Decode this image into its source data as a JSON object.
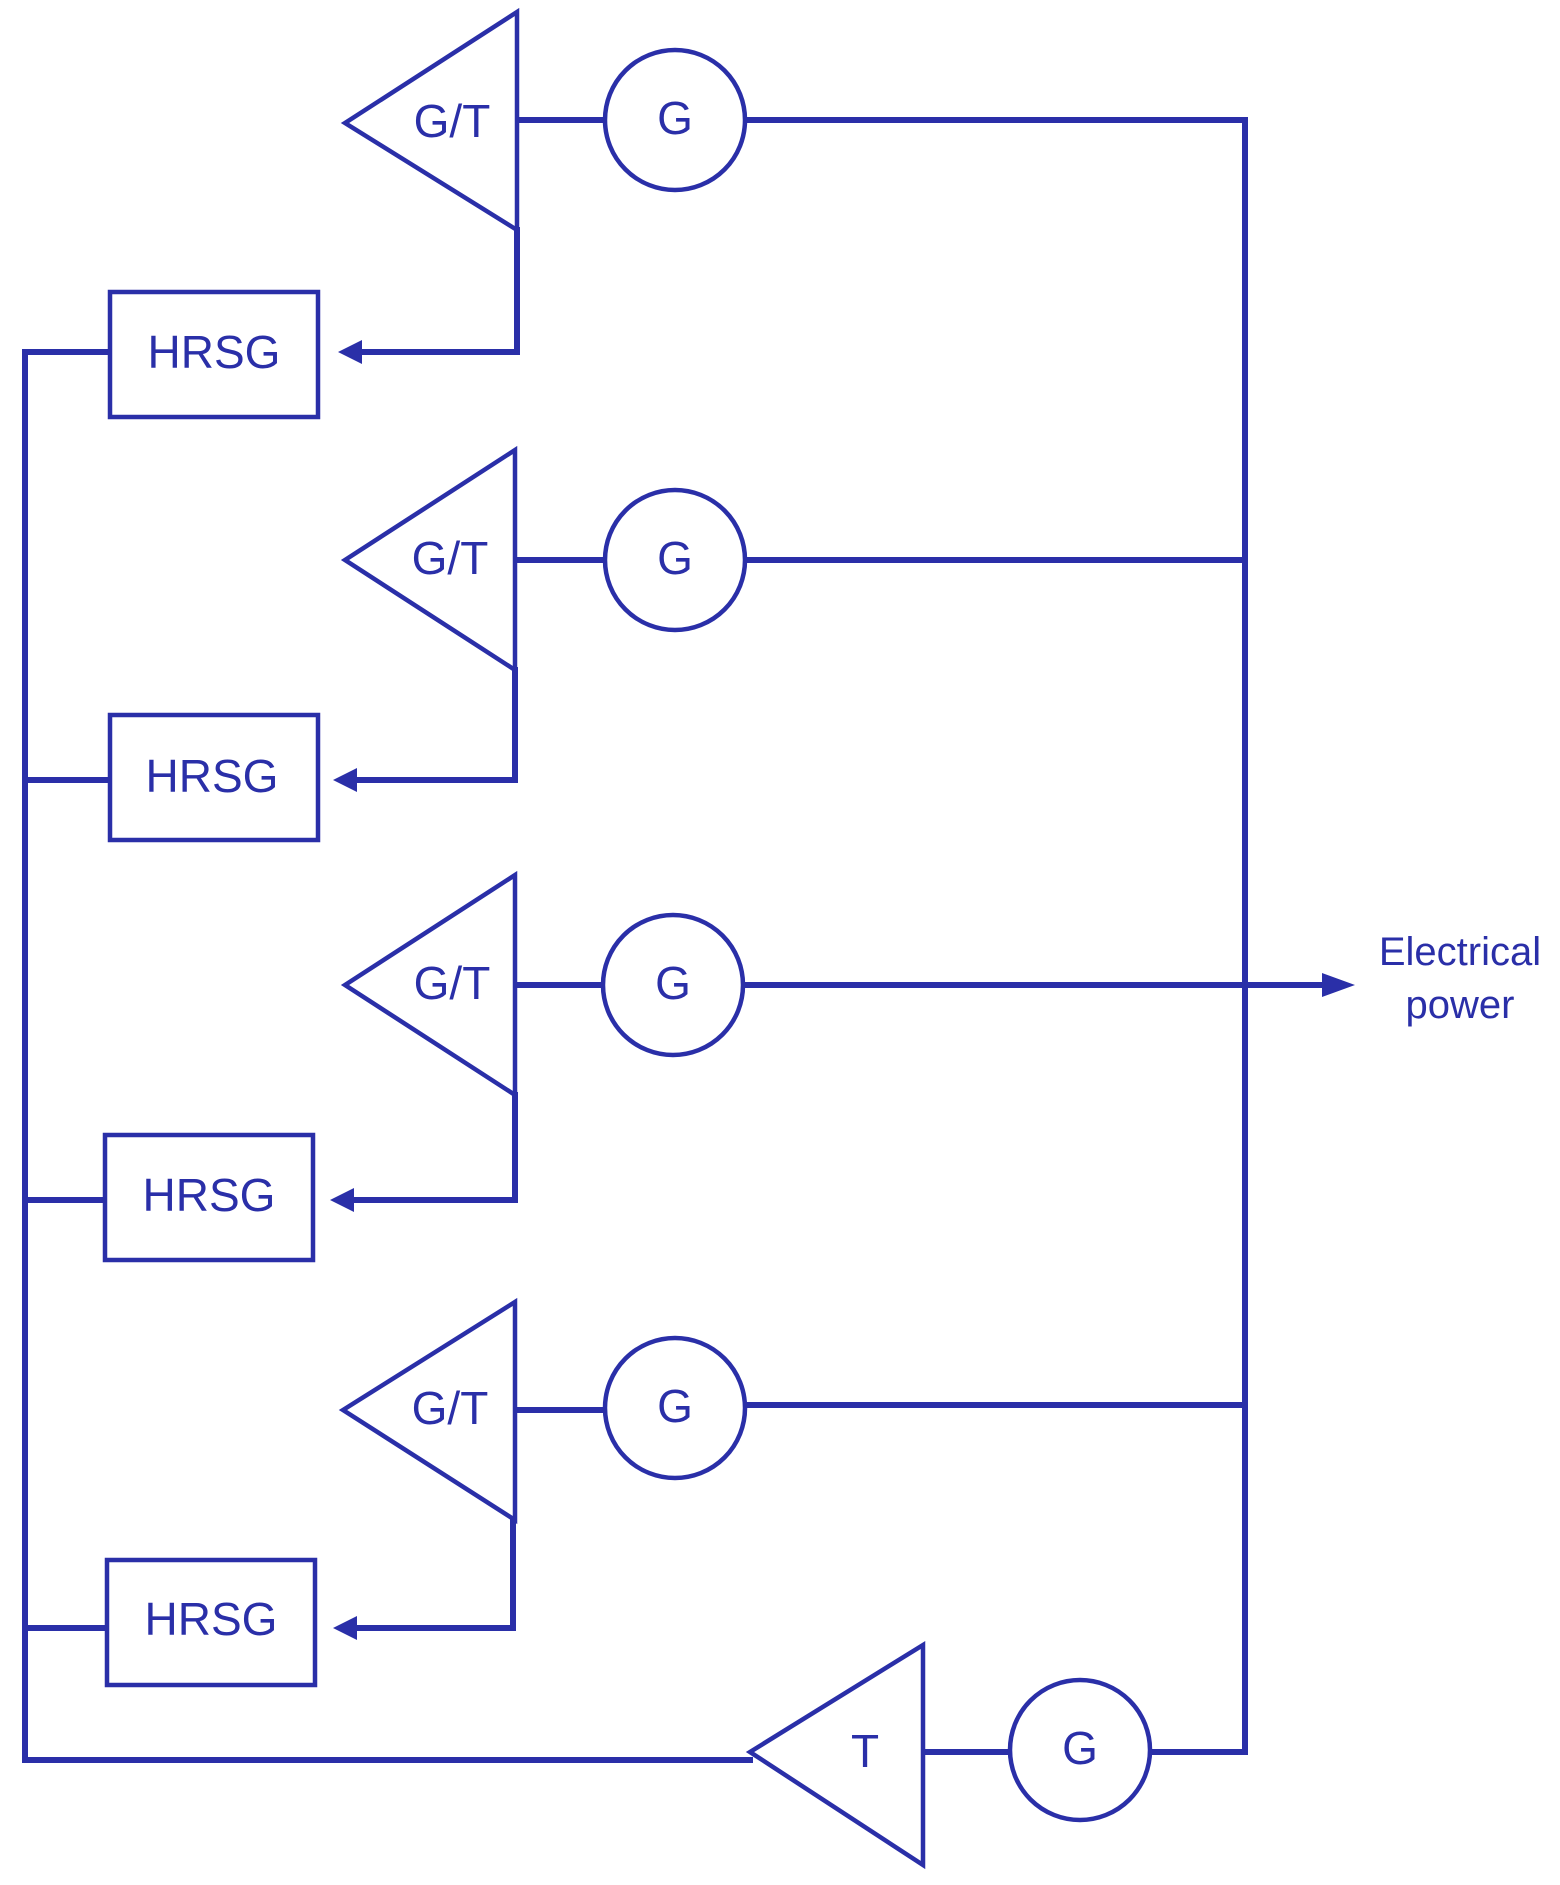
{
  "diagram": {
    "labels": {
      "gas_turbine": "G/T",
      "generator": "G",
      "hrsg": "HRSG",
      "steam_turbine": "T"
    },
    "output": {
      "line1": "Electrical",
      "line2": "power"
    },
    "units": [
      {
        "id": "unit-1",
        "gt": "G/T",
        "gen": "G",
        "hrsg": "HRSG"
      },
      {
        "id": "unit-2",
        "gt": "G/T",
        "gen": "G",
        "hrsg": "HRSG"
      },
      {
        "id": "unit-3",
        "gt": "G/T",
        "gen": "G",
        "hrsg": "HRSG"
      },
      {
        "id": "unit-4",
        "gt": "G/T",
        "gen": "G",
        "hrsg": "HRSG"
      }
    ],
    "steam_unit": {
      "turbine": "T",
      "gen": "G"
    },
    "colors": {
      "ink": "#2a2fa8",
      "background": "#ffffff"
    }
  }
}
